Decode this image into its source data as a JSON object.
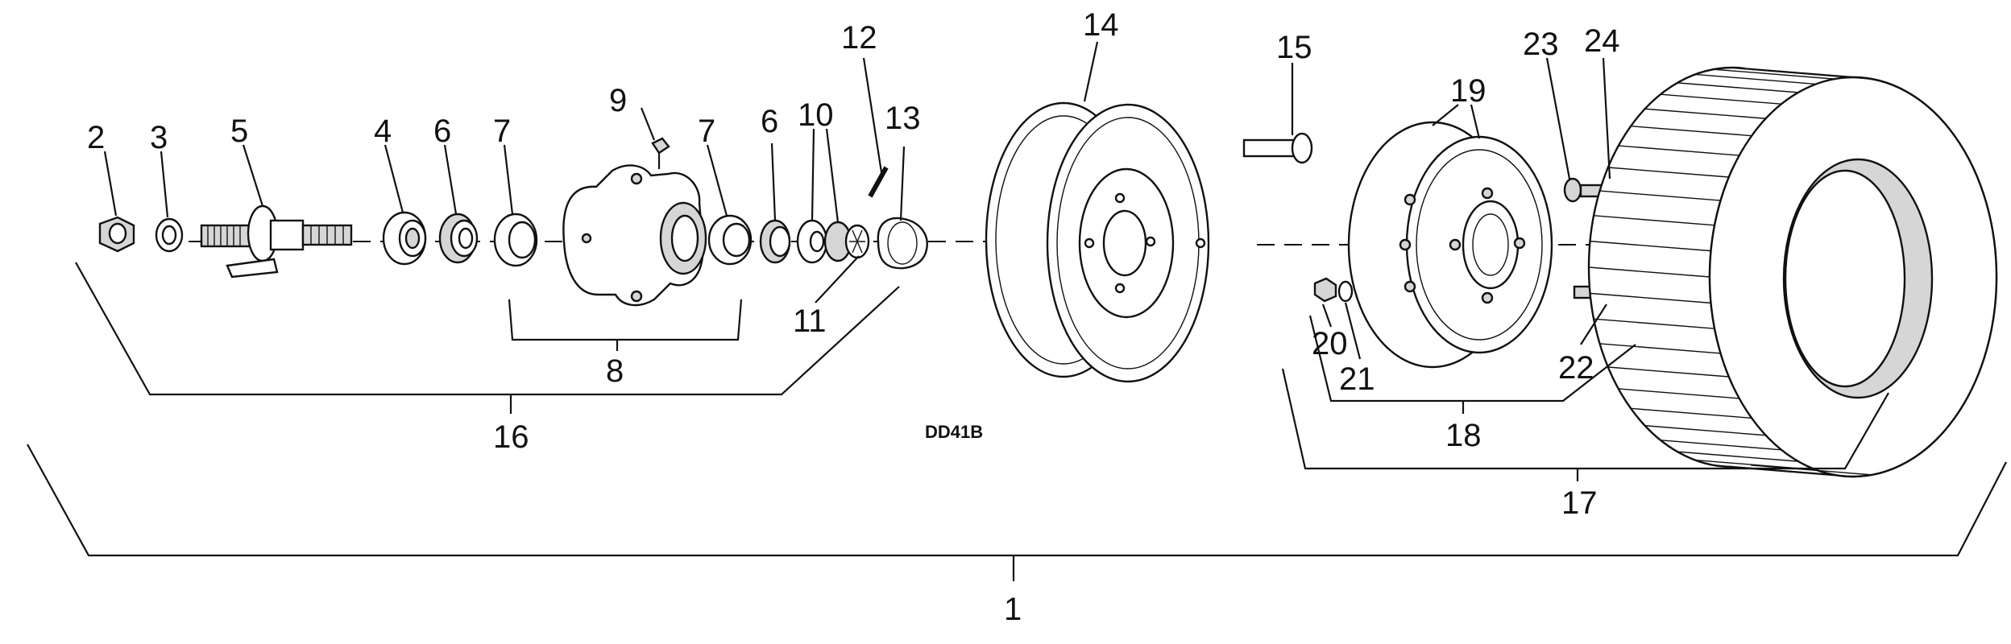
{
  "drawing_code": "DD41B",
  "labels": {
    "l1": "1",
    "l2": "2",
    "l3": "3",
    "l4": "4",
    "l5": "5",
    "l6a": "6",
    "l6b": "6",
    "l7a": "7",
    "l7b": "7",
    "l8": "8",
    "l9": "9",
    "l10": "10",
    "l11": "11",
    "l12": "12",
    "l13": "13",
    "l14": "14",
    "l15": "15",
    "l16": "16",
    "l17": "17",
    "l18": "18",
    "l19": "19",
    "l20": "20",
    "l21": "21",
    "l22": "22",
    "l23": "23",
    "l24": "24"
  },
  "colors": {
    "ink": "#111111",
    "paper": "#ffffff",
    "shade": "#d6d6d6"
  }
}
